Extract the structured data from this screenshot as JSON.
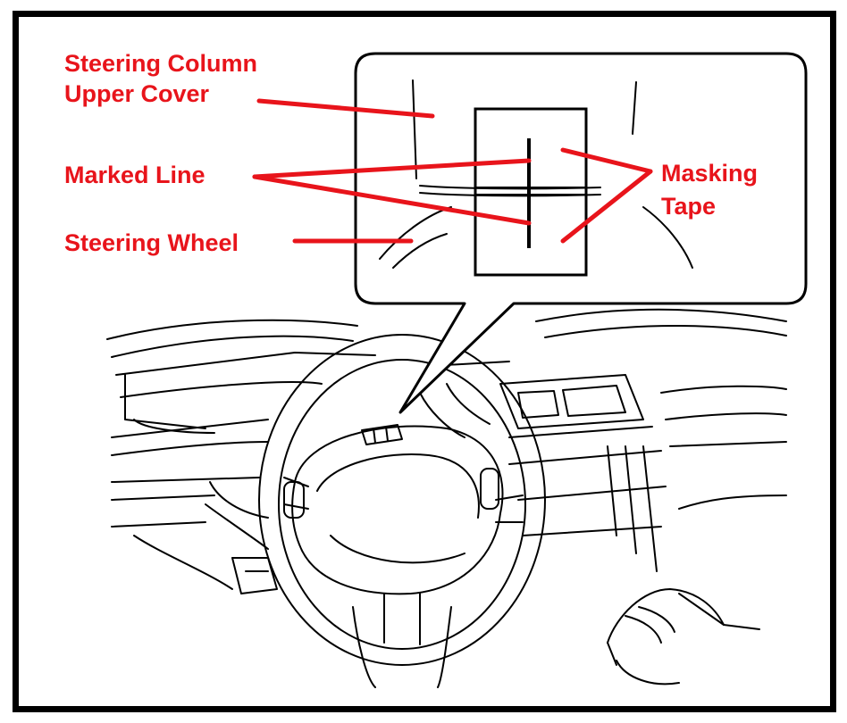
{
  "labels": {
    "steering_column_upper_cover_line1": "Steering Column",
    "steering_column_upper_cover_line2": "Upper Cover",
    "marked_line": "Marked Line",
    "steering_wheel": "Steering Wheel",
    "masking_tape_line1": "Masking",
    "masking_tape_line2": "Tape"
  },
  "colors": {
    "label_red": "#e8141b",
    "line_black": "#000000",
    "frame_border": "#000000",
    "background": "#ffffff"
  }
}
